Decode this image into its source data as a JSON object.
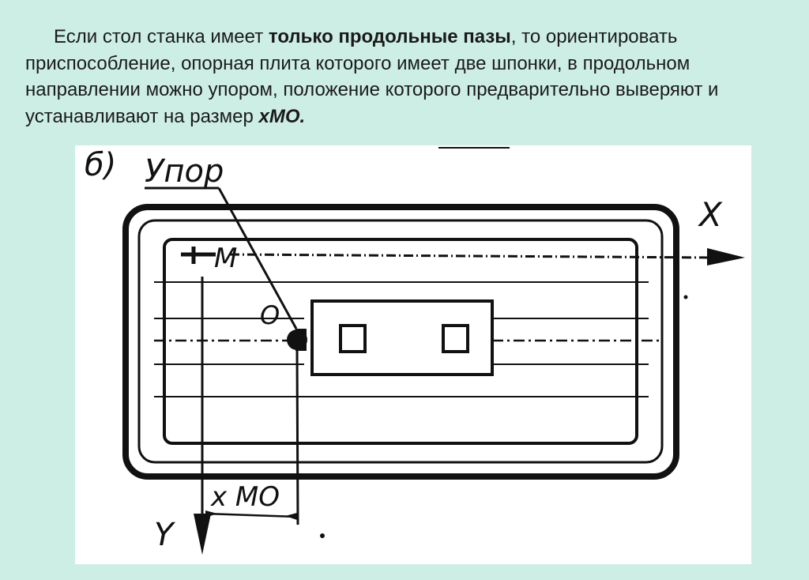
{
  "paragraph": {
    "part1": "Если стол станка имеет ",
    "bold1": "только продольные пазы",
    "part2": ", то ориентировать приспособление, опорная плита которого имеет две шпонки, в продольном направлении можно упором, положение которого предварительно выверяют и устанавливают на размер ",
    "bold2": "xMO."
  },
  "figure": {
    "panel_label": "б)",
    "stop_label": "Упор",
    "axis_x_label": "X",
    "axis_y_label": "Y",
    "point_m_label": "M",
    "point_o_label": "O",
    "dimension_label": "x MO"
  }
}
